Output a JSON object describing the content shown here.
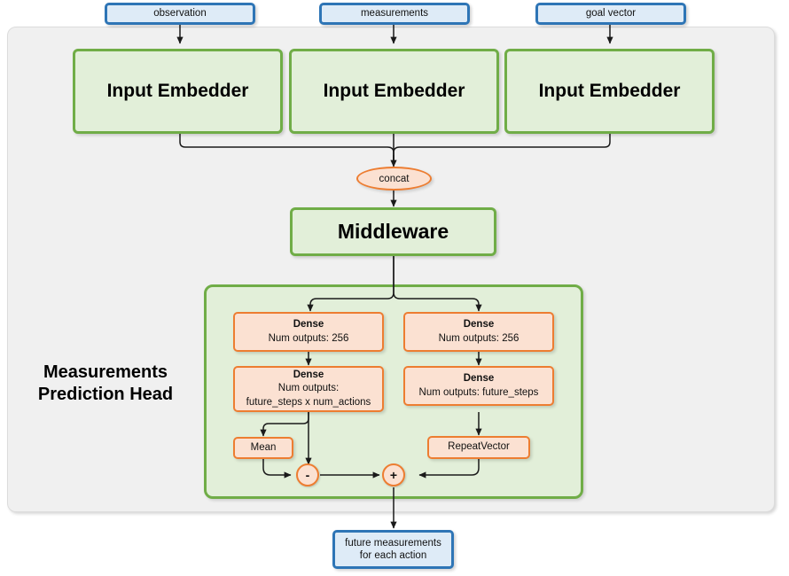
{
  "diagram": {
    "title": "Measurements Prediction Head network diagram",
    "head_label_line1": "Measurements",
    "head_label_line2": "Prediction Head",
    "colors": {
      "io_fill": "#deebf7",
      "io_stroke": "#2e75b6",
      "module_fill": "#e2efd9",
      "module_stroke": "#70ad47",
      "op_fill": "#fbe1d2",
      "op_stroke": "#ed7d31",
      "panel_fill": "#f0f0f0",
      "wire": "#1a1a1a"
    }
  },
  "inputs": [
    {
      "label": "observation"
    },
    {
      "label": "measurements"
    },
    {
      "label": "goal vector"
    }
  ],
  "embedders": [
    {
      "label": "Input Embedder"
    },
    {
      "label": "Input Embedder"
    },
    {
      "label": "Input Embedder"
    }
  ],
  "concat": {
    "label": "concat"
  },
  "middleware": {
    "label": "Middleware"
  },
  "head": {
    "left_branch": {
      "dense1": {
        "title": "Dense",
        "detail": "Num outputs: 256"
      },
      "dense2": {
        "title": "Dense",
        "detail_line1": "Num outputs:",
        "detail_line2": "future_steps x num_actions"
      },
      "mean": {
        "label": "Mean"
      },
      "op": {
        "label": "-"
      }
    },
    "right_branch": {
      "dense1": {
        "title": "Dense",
        "detail": "Num outputs: 256"
      },
      "dense2": {
        "title": "Dense",
        "detail": "Num outputs: future_steps"
      },
      "repeat_vector": {
        "label": "RepeatVector"
      }
    },
    "combine_op": {
      "label": "+"
    }
  },
  "output": {
    "line1": "future measurements",
    "line2": "for each action"
  }
}
